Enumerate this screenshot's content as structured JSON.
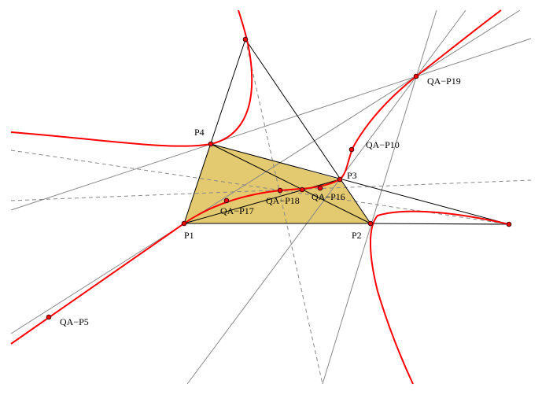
{
  "labels": {
    "p1": "P1",
    "p2": "P2",
    "p3": "P3",
    "p4": "P4",
    "qa_p5": "QA−P5",
    "qa_p10": "QA−P10",
    "qa_p16": "QA−P16",
    "qa_p17": "QA−P17",
    "qa_p18": "QA−P18",
    "qa_p19": "QA−P19"
  },
  "colors": {
    "quadrilateral_fill": "#e3c970",
    "curve": "#ff0000",
    "construction_line": "#888888",
    "edge": "#000000",
    "point_fill": "#ff0000"
  }
}
